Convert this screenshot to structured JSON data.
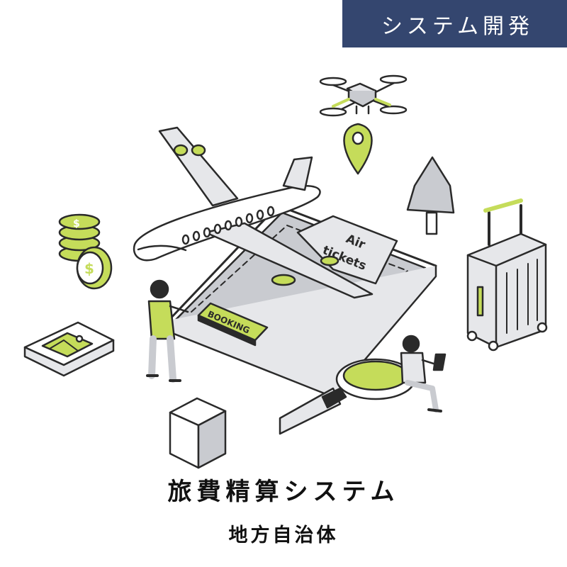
{
  "badge": {
    "label": "システム開発"
  },
  "illustration": {
    "ticket_text_line1": "Air",
    "ticket_text_line2": "tickets",
    "booking_label": "BOOKING"
  },
  "title": "旅費精算システム",
  "subtitle": "地方自治体",
  "colors": {
    "accent": "#c5dc5a",
    "badge_bg": "#34466f",
    "outline": "#2a2a2a",
    "gray": "#c9cbd0",
    "light_gray": "#e6e7ea"
  }
}
